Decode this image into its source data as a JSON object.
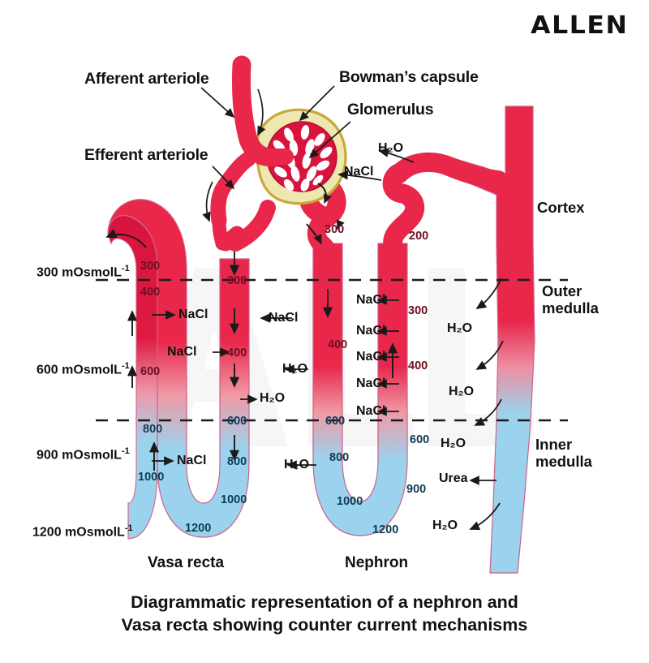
{
  "brand": "ALLEN",
  "caption": {
    "line1": "Diagrammatic representation of a nephron and",
    "line2": "Vasa recta showing counter current mechanisms"
  },
  "callouts": [
    {
      "id": "afferent-arteriole",
      "text": "Afferent arteriole"
    },
    {
      "id": "efferent-arteriole",
      "text": "Efferent arteriole"
    },
    {
      "id": "bowmans-capsule",
      "text": "Bowman’s capsule"
    },
    {
      "id": "glomerulus",
      "text": "Glomerulus"
    }
  ],
  "regions": [
    {
      "id": "cortex",
      "text": "Cortex"
    },
    {
      "id": "outer-medulla",
      "line1": "Outer",
      "line2": "medulla"
    },
    {
      "id": "inner-medulla",
      "line1": "Inner",
      "line2": "medulla"
    }
  ],
  "osmolality_axis": {
    "unit": "mOsmolL",
    "exponent": "-1",
    "levels": [
      {
        "value": "300",
        "label": "300 mOsmolL"
      },
      {
        "value": "600",
        "label": "600 mOsmolL"
      },
      {
        "value": "900",
        "label": "900 mOsmolL"
      },
      {
        "value": "1200",
        "label": "1200 mOsmolL"
      }
    ]
  },
  "structures": [
    {
      "id": "vasa-recta",
      "label": "Vasa recta"
    },
    {
      "id": "nephron",
      "label": "Nephron"
    }
  ],
  "vasa_recta": {
    "ascending_limb_values": [
      "300",
      "400",
      "600",
      "800",
      "1000"
    ],
    "descending_limb_values": [
      "300",
      "400",
      "600",
      "800",
      "1000"
    ],
    "loop_bottom_value": "1200",
    "exchanges": [
      "NaCl",
      "NaCl",
      "NaCl",
      "NaCl",
      "H₂O"
    ]
  },
  "nephron": {
    "proximal_value": "300",
    "descending_limb_values": [
      "400",
      "600",
      "800",
      "1000"
    ],
    "loop_bottom_value": "1200",
    "ascending_limb_values": [
      "200",
      "300",
      "400",
      "600",
      "900"
    ],
    "nacl_exchanges": [
      "NaCl",
      "NaCl",
      "NaCl",
      "NaCl",
      "NaCl"
    ],
    "water_exchanges": [
      "H₂O",
      "H₂O"
    ],
    "top_exchanges": [
      "H₂O",
      "NaCl"
    ]
  },
  "collecting_duct": {
    "exchanges": [
      "H₂O",
      "H₂O",
      "H₂O",
      "Urea",
      "H₂O"
    ]
  },
  "colors": {
    "arterial_red": "#E8274B",
    "deep_red": "#D8143C",
    "venous_blue": "#9BD3EE",
    "capsule_fill": "#EFE7B0",
    "capsule_stroke": "#C8A83A",
    "outline_blue": "#5FA8CC",
    "text": "#111111",
    "dash": "#1a1a1a"
  }
}
